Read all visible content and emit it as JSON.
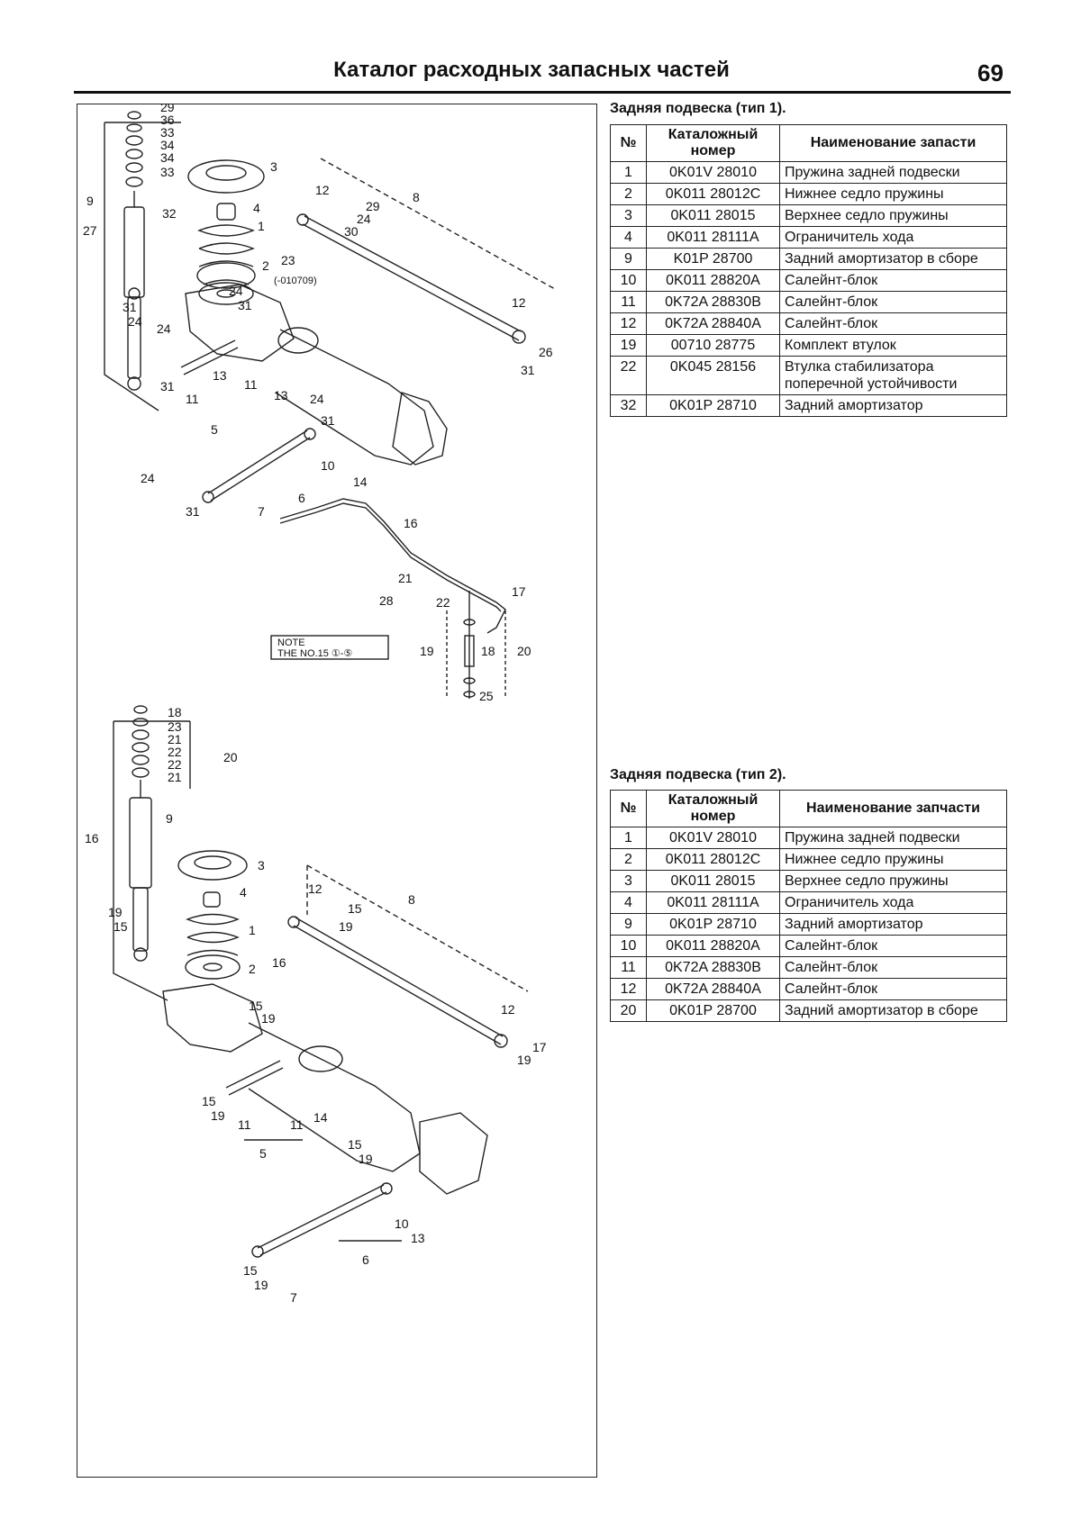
{
  "header": {
    "title": "Каталог расходных запасных частей",
    "page_number": "69"
  },
  "sections": [
    {
      "title": "Задняя подвеска (тип 1).",
      "columns": [
        "№",
        "Каталожный номер",
        "Наименование запасти"
      ],
      "rows": [
        {
          "num": "1",
          "code": "0K01V 28010",
          "name": "Пружина задней подвески"
        },
        {
          "num": "2",
          "code": "0K011 28012C",
          "name": "Нижнее седло пружины"
        },
        {
          "num": "3",
          "code": "0K011 28015",
          "name": "Верхнее седло пружины"
        },
        {
          "num": "4",
          "code": "0K011 28111A",
          "name": "Ограничитель хода"
        },
        {
          "num": "9",
          "code": "K01P 28700",
          "name": "Задний амортизатор в сборе"
        },
        {
          "num": "10",
          "code": "0K011 28820A",
          "name": "Салейнт-блок"
        },
        {
          "num": "11",
          "code": "0K72A 28830B",
          "name": "Салейнт-блок"
        },
        {
          "num": "12",
          "code": "0K72A 28840A",
          "name": "Салейнт-блок"
        },
        {
          "num": "19",
          "code": "00710 28775",
          "name": "Комплект втулок"
        },
        {
          "num": "22",
          "code": "0K045 28156",
          "name": "Втулка стабилизатора поперечной устойчивости"
        },
        {
          "num": "32",
          "code": "0K01P 28710",
          "name": "Задний амортизатор"
        }
      ]
    },
    {
      "title": "Задняя подвеска (тип 2).",
      "columns": [
        "№",
        "Каталожный номер",
        "Наименование запчасти"
      ],
      "rows": [
        {
          "num": "1",
          "code": "0K01V 28010",
          "name": "Пружина задней подвески"
        },
        {
          "num": "2",
          "code": "0K011 28012C",
          "name": "Нижнее седло пружины"
        },
        {
          "num": "3",
          "code": "0K011 28015",
          "name": "Верхнее седло пружины"
        },
        {
          "num": "4",
          "code": "0K011 28111A",
          "name": "Ограничитель хода"
        },
        {
          "num": "9",
          "code": "0K01P 28710",
          "name": "Задний амортизатор"
        },
        {
          "num": "10",
          "code": "0K011 28820A",
          "name": "Салейнт-блок"
        },
        {
          "num": "11",
          "code": "0K72A 28830B",
          "name": "Салейнт-блок"
        },
        {
          "num": "12",
          "code": "0K72A 28840A",
          "name": "Салейнт-блок"
        },
        {
          "num": "20",
          "code": "0K01P 28700",
          "name": "Задний амортизатор в сборе"
        }
      ]
    }
  ],
  "diagram": {
    "note_line1": "NOTE",
    "note_line2": "THE NO.15 ①-⑤",
    "date_label": "(-010709)",
    "labels1": [
      "29",
      "36",
      "33",
      "34",
      "34",
      "33",
      "3",
      "4",
      "9",
      "27",
      "32",
      "1",
      "2",
      "23",
      "12",
      "8",
      "29",
      "24",
      "30",
      "12",
      "26",
      "31",
      "31",
      "24",
      "24",
      "24",
      "31",
      "13",
      "31",
      "11",
      "11",
      "13",
      "24",
      "5",
      "31",
      "10",
      "14",
      "24",
      "31",
      "7",
      "6",
      "16",
      "21",
      "22",
      "28",
      "17",
      "19",
      "18",
      "20",
      "25"
    ],
    "labels2": [
      "18",
      "23",
      "21",
      "22",
      "22",
      "21",
      "20",
      "9",
      "16",
      "3",
      "4",
      "19",
      "15",
      "1",
      "2",
      "12",
      "8",
      "15",
      "19",
      "16",
      "12",
      "17",
      "19",
      "15",
      "19",
      "15",
      "19",
      "11",
      "11",
      "14",
      "5",
      "15",
      "19",
      "10",
      "13",
      "6",
      "15",
      "19",
      "7"
    ]
  }
}
